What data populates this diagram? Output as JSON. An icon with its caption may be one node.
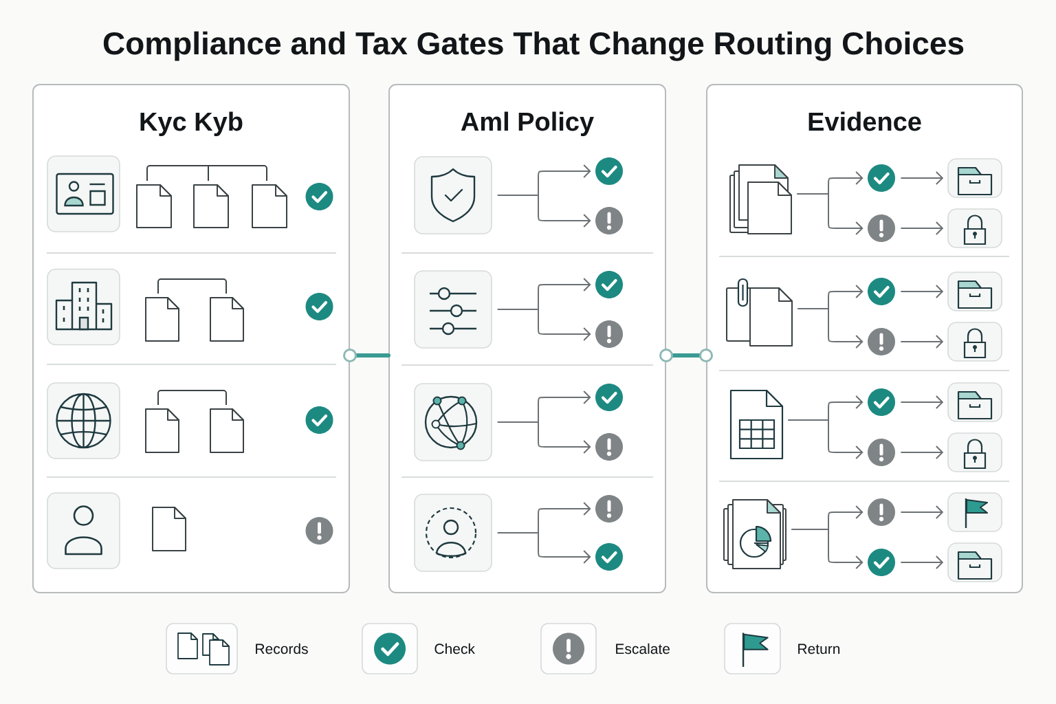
{
  "diagram": {
    "title": "Compliance and Tax Gates That Change Routing Choices",
    "nodes": [
      {
        "text": [
          "Kyc Kyb"
        ]
      },
      {
        "text": [
          "Aml Policy"
        ]
      },
      {
        "text": [],
        "shape": "box",
        "in": 1
      },
      {
        "text": [],
        "shape": "circle",
        "in": 1
      },
      {
        "text": [],
        "shape": "circle",
        "in": 1
      },
      {
        "text": [],
        "shape": "box",
        "in": 1
      },
      {
        "text": [],
        "shape": "circle",
        "in": 1
      },
      {
        "text": [],
        "shape": "circle",
        "in": 1
      },
      {
        "text": [],
        "shape": "box",
        "in": 1
      },
      {
        "text": [],
        "shape": "circle",
        "in": 1
      },
      {
        "text": [],
        "shape": "circle",
        "in": 1
      },
      {
        "text": [],
        "shape": "box",
        "in": 1
      },
      {
        "text": [],
        "shape": "circle",
        "in": 1
      },
      {
        "text": [],
        "shape": "circle",
        "in": 1
      },
      {
        "text": [
          "Evidence"
        ]
      },
      {
        "text": [],
        "shape": "picture",
        "in": 14
      },
      {
        "text": [],
        "shape": "circle",
        "in": 14
      },
      {
        "text": [],
        "shape": "box",
        "in": 14
      },
      {
        "text": [],
        "shape": "circle",
        "in": 14
      },
      {
        "text": [],
        "shape": "box",
        "in": 14
      },
      {
        "text": [],
        "shape": "picture",
        "in": 14
      },
      {
        "text": [],
        "shape": "circle",
        "in": 14
      },
      {
        "text": [],
        "shape": "box",
        "in": 14
      },
      {
        "text": [],
        "shape": "circle",
        "in": 14
      },
      {
        "text": [],
        "shape": "box",
        "in": 14
      },
      {
        "text": [],
        "shape": "picture",
        "in": 14
      },
      {
        "text": [],
        "shape": "circle",
        "in": 14
      },
      {
        "text": [],
        "shape": "box",
        "in": 14
      },
      {
        "text": [],
        "shape": "circle",
        "in": 14
      },
      {
        "text": [],
        "shape": "box",
        "in": 14
      },
      {
        "text": [],
        "shape": "picture",
        "in": 14
      },
      {
        "text": [],
        "shape": "circle",
        "in": 14
      },
      {
        "text": [],
        "shape": "box",
        "in": 14
      },
      {
        "text": [],
        "shape": "circle",
        "in": 14
      },
      {
        "text": [],
        "shape": "box",
        "in": 14
      }
    ],
    "edges": [
      {
        "from": 0,
        "to": 1,
        "arrow": "other",
        "style": "thick",
        "color": "#3a9b93"
      },
      {
        "from": 1,
        "to": 14,
        "arrow": "other",
        "style": "thick",
        "color": "#3a9b93"
      },
      {
        "from": 2,
        "to": 3,
        "arrow": "to"
      },
      {
        "from": 2,
        "to": 4,
        "arrow": "to"
      },
      {
        "from": 5,
        "to": 6,
        "arrow": "to"
      },
      {
        "from": 5,
        "to": 7,
        "arrow": "to"
      },
      {
        "from": 8,
        "to": 9,
        "arrow": "to"
      },
      {
        "from": 8,
        "to": 10,
        "arrow": "to"
      },
      {
        "from": 11,
        "to": 12,
        "arrow": "to"
      },
      {
        "from": 11,
        "to": 13,
        "arrow": "to"
      },
      {
        "from": 15,
        "to": 16,
        "arrow": "to"
      },
      {
        "from": 15,
        "to": 18,
        "arrow": "to"
      },
      {
        "from": 16,
        "to": 17,
        "arrow": "to"
      },
      {
        "from": 18,
        "to": 19,
        "arrow": "to"
      },
      {
        "from": 20,
        "to": 21,
        "arrow": "to"
      },
      {
        "from": 20,
        "to": 23,
        "arrow": "to"
      },
      {
        "from": 21,
        "to": 22,
        "arrow": "to"
      },
      {
        "from": 23,
        "to": 24,
        "arrow": "to"
      },
      {
        "from": 25,
        "to": 26,
        "arrow": "to"
      },
      {
        "from": 25,
        "to": 28,
        "arrow": "to"
      },
      {
        "from": 26,
        "to": 27,
        "arrow": "to"
      },
      {
        "from": 28,
        "to": 29,
        "arrow": "to"
      },
      {
        "from": 30,
        "to": 31,
        "arrow": "to"
      },
      {
        "from": 30,
        "to": 33,
        "arrow": "to"
      },
      {
        "from": 31,
        "to": 32,
        "arrow": "to"
      },
      {
        "from": 33,
        "to": 34,
        "arrow": "to"
      }
    ],
    "legend": [
      {
        "text": "Records"
      },
      {
        "text": "Check"
      },
      {
        "text": "Escalate"
      },
      {
        "text": "Return"
      }
    ]
  }
}
